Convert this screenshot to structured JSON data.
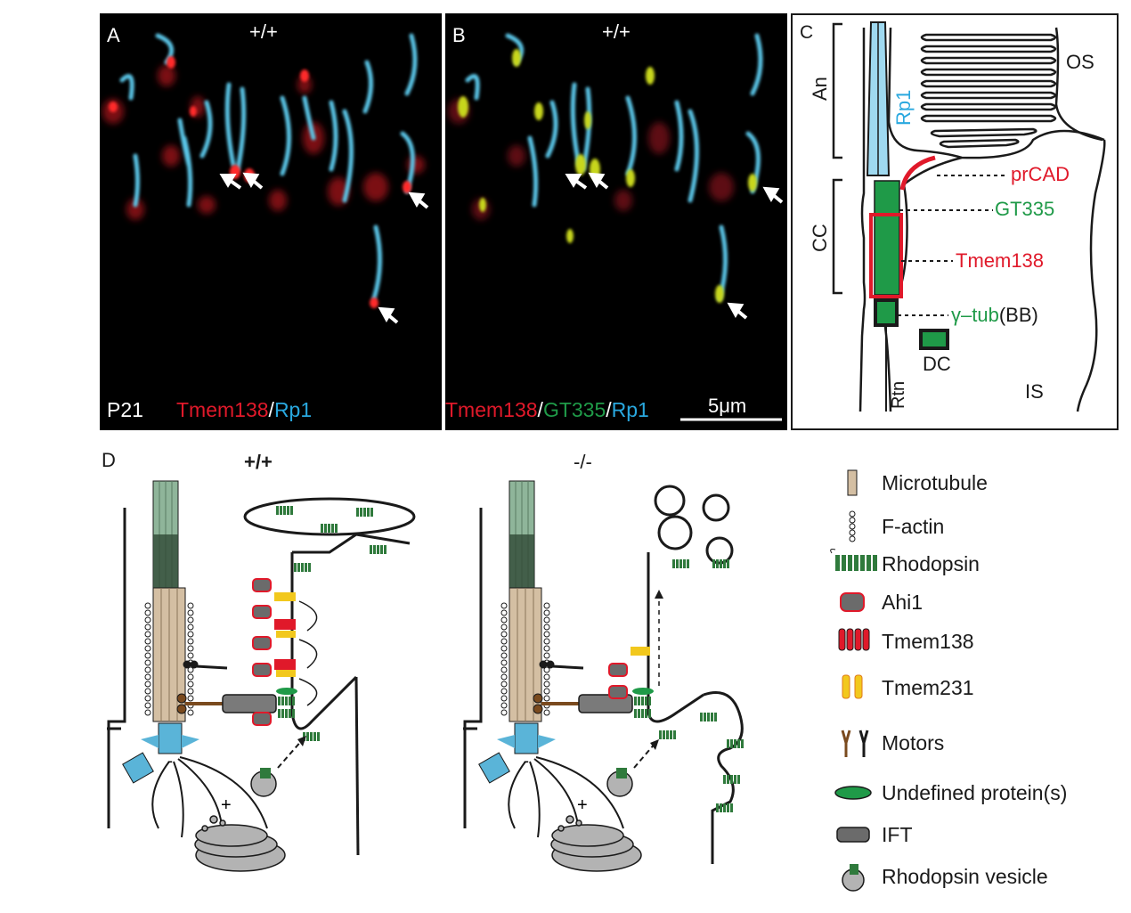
{
  "panel_a": {
    "letter": "A",
    "genotype": "+/+",
    "age": "P21",
    "stain_red": "Tmem138",
    "stain_sep": "/",
    "stain_blue": "Rp1"
  },
  "panel_b": {
    "letter": "B",
    "genotype": "+/+",
    "stain_red": "Tmem138",
    "sep1": "/",
    "stain_green": "GT335",
    "sep2": "/",
    "stain_blue": "Rp1",
    "scalebar": "5μm"
  },
  "panel_c": {
    "letter": "C",
    "os": "OS",
    "an": "An",
    "rp1": "Rp1",
    "cc": "CC",
    "prcad": "prCAD",
    "gt335": "GT335",
    "tmem138": "Tmem138",
    "gtub": "γ–tub",
    "bb": "(BB)",
    "dc": "DC",
    "rtn": "Rtn",
    "is": "IS"
  },
  "panel_d": {
    "letter": "D",
    "wt": "+/+",
    "ko": "-/-",
    "plus": "+",
    "minus": "-"
  },
  "legend": [
    {
      "icon": "microtubule-icon",
      "label": "Microtubule"
    },
    {
      "icon": "f-actin-icon",
      "label": "F-actin"
    },
    {
      "icon": "rhodopsin-icon",
      "label": "Rhodopsin"
    },
    {
      "icon": "ahi1-icon",
      "label": "Ahi1"
    },
    {
      "icon": "tmem138-icon",
      "label": "Tmem138"
    },
    {
      "icon": "tmem231-icon",
      "label": "Tmem231"
    },
    {
      "icon": "motors-icon",
      "label": "Motors"
    },
    {
      "icon": "undefined-protein-icon",
      "label": "Undefined protein(s)"
    },
    {
      "icon": "ift-icon",
      "label": "IFT"
    },
    {
      "icon": "rhodopsin-vesicle-icon",
      "label": "Rhodopsin vesicle"
    }
  ],
  "colors": {
    "red": "#e0192a",
    "green": "#1f9a48",
    "blue": "#29a8df",
    "cyan": "#4fc3e8",
    "rhodopsin": "#2f7a3c",
    "ahi1": "#6b6b6b",
    "tmem231": "#f2c81d",
    "motor": "#7a4a1e"
  }
}
